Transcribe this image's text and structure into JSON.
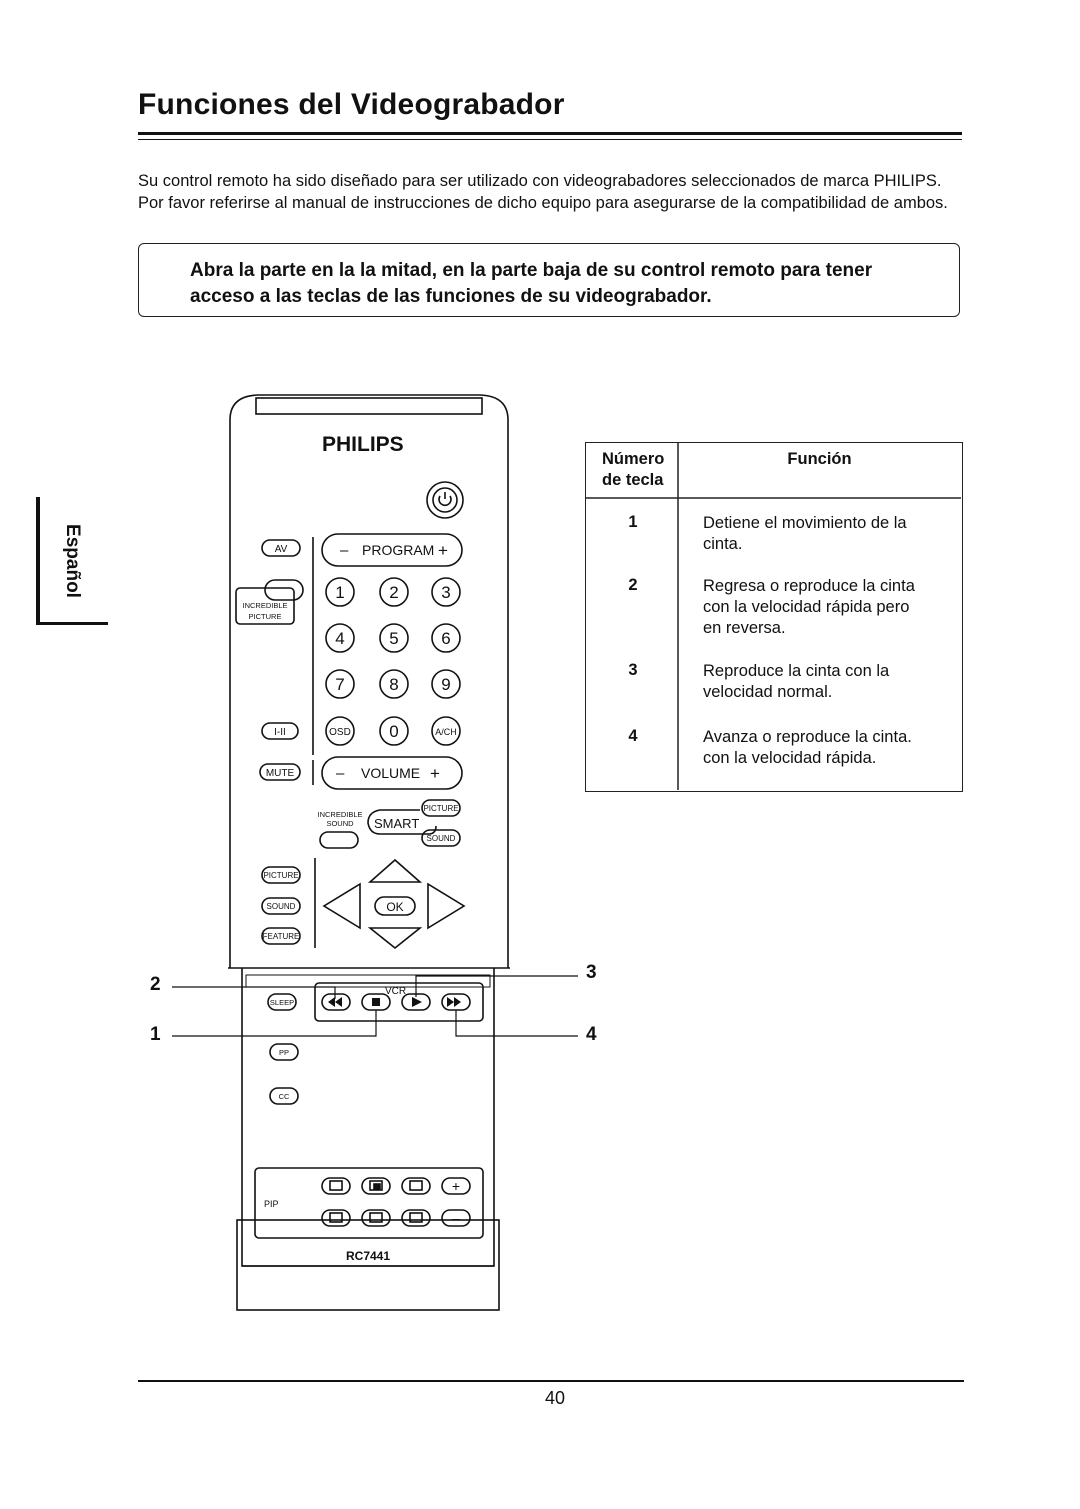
{
  "header": {
    "title": "Funciones del Videograbador"
  },
  "intro": "Su control remoto ha sido diseñado para ser utilizado con videograbadores seleccionados de marca PHILIPS. Por favor referirse al manual de instrucciones de dicho equipo para asegurarse de la compatibilidad de ambos.",
  "notice": "Abra la parte en la la mitad, en la parte baja de su control remoto para tener acceso a las teclas de las funciones de su videograbador.",
  "side_tab": "Español",
  "remote": {
    "brand": "PHILIPS",
    "model": "RC7441",
    "power_icon": "power-icon",
    "av": "AV",
    "program": "PROGRAM",
    "minus": "–",
    "plus": "+",
    "digits": [
      "1",
      "2",
      "3",
      "4",
      "5",
      "6",
      "7",
      "8",
      "9",
      "0"
    ],
    "incredible_picture_line1": "INCREDIBLE",
    "incredible_picture_line2": "PICTURE",
    "i_ii": "I-II",
    "osd": "OSD",
    "ach": "A/CH",
    "mute": "MUTE",
    "volume": "VOLUME",
    "incredible_sound_line1": "INCREDIBLE",
    "incredible_sound_line2": "SOUND",
    "smart": "SMART",
    "smart_picture": "PICTURE",
    "smart_sound": "SOUND",
    "picture": "PICTURE",
    "sound": "SOUND",
    "feature": "FEATURE",
    "ok": "OK",
    "vcr": "VCR",
    "sleep": "SLEEP",
    "pp": "PP",
    "cc": "CC",
    "pip": "PIP",
    "pip_plus": "+",
    "pip_minus": "–",
    "callouts": [
      "2",
      "1",
      "3",
      "4"
    ]
  },
  "table": {
    "header_num": [
      "Número",
      "de tecla"
    ],
    "header_func": "Función",
    "rows": [
      {
        "num": "1",
        "func": [
          "Detiene el movimiento de la",
          "cinta."
        ]
      },
      {
        "num": "2",
        "func": [
          "Regresa o reproduce la cinta",
          "con la velocidad rápida pero",
          "en reversa."
        ]
      },
      {
        "num": "3",
        "func": [
          "Reproduce la cinta con la",
          "velocidad normal."
        ]
      },
      {
        "num": "4",
        "func": [
          "Avanza o reproduce la cinta.",
          "con la velocidad rápida."
        ]
      }
    ]
  },
  "footer": {
    "page_number": "40"
  }
}
